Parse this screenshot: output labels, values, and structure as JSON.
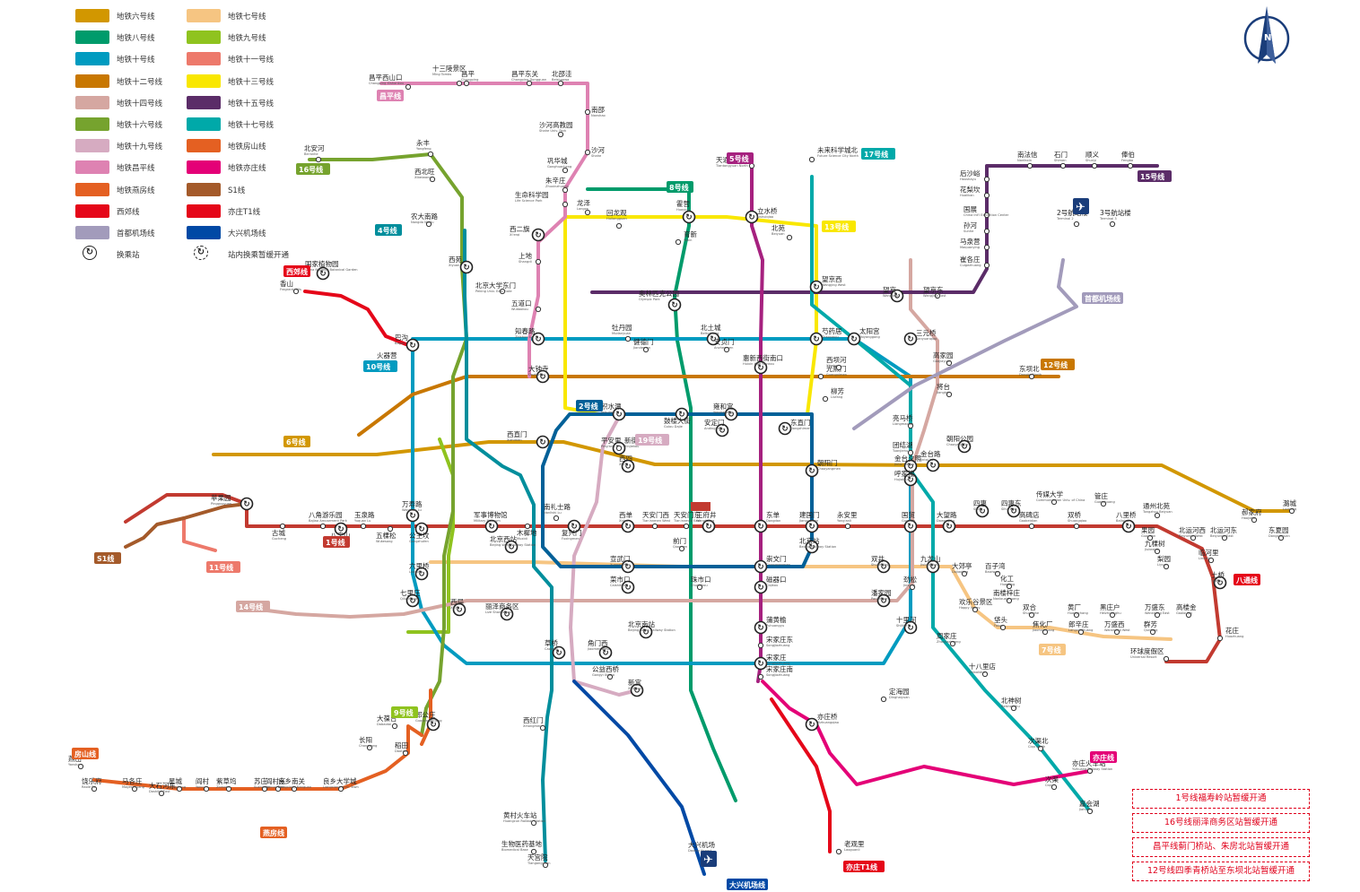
{
  "legend": {
    "items": [
      {
        "label": "地铁六号线",
        "color": "#d29700"
      },
      {
        "label": "地铁七号线",
        "color": "#f6c582"
      },
      {
        "label": "地铁八号线",
        "color": "#009b6b"
      },
      {
        "label": "地铁九号线",
        "color": "#8fc31f"
      },
      {
        "label": "地铁十号线",
        "color": "#009bc0"
      },
      {
        "label": "地铁十一号线",
        "color": "#ed796b"
      },
      {
        "label": "地铁十二号线",
        "color": "#c87700"
      },
      {
        "label": "地铁十三号线",
        "color": "#f9e700"
      },
      {
        "label": "地铁十四号线",
        "color": "#d5a7a1"
      },
      {
        "label": "地铁十五号线",
        "color": "#5b2c68"
      },
      {
        "label": "地铁十六号线",
        "color": "#76a32e"
      },
      {
        "label": "地铁十七号线",
        "color": "#00a9a9"
      },
      {
        "label": "地铁十九号线",
        "color": "#d6abc1"
      },
      {
        "label": "地铁房山线",
        "color": "#e46022"
      },
      {
        "label": "地铁昌平线",
        "color": "#de82b2"
      },
      {
        "label": "地铁亦庄线",
        "color": "#e40077"
      },
      {
        "label": "地铁燕房线",
        "color": "#e46022"
      },
      {
        "label": "S1线",
        "color": "#a45a2a"
      },
      {
        "label": "西郊线",
        "color": "#e50619"
      },
      {
        "label": "亦庄T1线",
        "color": "#e50619"
      },
      {
        "label": "首都机场线",
        "color": "#a29bbb"
      },
      {
        "label": "大兴机场线",
        "color": "#0049a5"
      },
      {
        "label": "换乘站",
        "icon": "transfer-icon"
      },
      {
        "label": "站内换乘暂缓开通",
        "icon": "transfer-suspended-icon"
      }
    ]
  },
  "notes": [
    "1号线福寿岭站暂缓开通",
    "16号线丽泽商务区站暂缓开通",
    "昌平线蓟门桥站、朱房北站暂缓开通",
    "12号线四季青桥站至东坝北站暂缓开通"
  ],
  "badges": [
    {
      "id": "b1",
      "text": "1号线"
    },
    {
      "id": "b2",
      "text": "2号线"
    },
    {
      "id": "b4",
      "text": "4号线"
    },
    {
      "id": "b5",
      "text": "5号线"
    },
    {
      "id": "b6",
      "text": "6号线"
    },
    {
      "id": "b7",
      "text": "7号线"
    },
    {
      "id": "b8",
      "text": "8号线"
    },
    {
      "id": "b9",
      "text": "9号线"
    },
    {
      "id": "b10",
      "text": "10号线"
    },
    {
      "id": "b11",
      "text": "11号线"
    },
    {
      "id": "b12",
      "text": "12号线"
    },
    {
      "id": "b13",
      "text": "13号线"
    },
    {
      "id": "b14",
      "text": "14号线"
    },
    {
      "id": "b15",
      "text": "15号线"
    },
    {
      "id": "b16",
      "text": "16号线"
    },
    {
      "id": "b17",
      "text": "17号线"
    },
    {
      "id": "b19",
      "text": "19号线"
    },
    {
      "id": "bxj",
      "text": "西郊线"
    },
    {
      "id": "bs1",
      "text": "S1线"
    },
    {
      "id": "bcap",
      "text": "首都机场线"
    },
    {
      "id": "bdx",
      "text": "大兴机场线"
    },
    {
      "id": "byf",
      "text": "燕房线"
    },
    {
      "id": "bfs",
      "text": "房山线"
    },
    {
      "id": "bt1",
      "text": "亦庄T1线"
    },
    {
      "id": "byz",
      "text": "亦庄线"
    },
    {
      "id": "bcp",
      "text": "昌平线"
    },
    {
      "id": "bbt",
      "text": "八通线"
    }
  ],
  "stations": [
    {
      "id": "s1",
      "zh": "昌平西山口",
      "en": "Changping Xishankou"
    },
    {
      "id": "s2",
      "zh": "十三陵景区",
      "en": "Ming Tombs"
    },
    {
      "id": "s3",
      "zh": "昌平",
      "en": "Changping"
    },
    {
      "id": "s4",
      "zh": "昌平东关",
      "en": "Changping Dongguan"
    },
    {
      "id": "s5",
      "zh": "北邵洼",
      "en": "Beishaowa"
    },
    {
      "id": "s6",
      "zh": "南邵",
      "en": "Nanshao"
    },
    {
      "id": "s7",
      "zh": "沙河高教园",
      "en": "Shahe Univ. Park"
    },
    {
      "id": "s8",
      "zh": "沙河",
      "en": "Shahe"
    },
    {
      "id": "s9",
      "zh": "巩华城",
      "en": "Gonghuacheng"
    },
    {
      "id": "s10",
      "zh": "朱辛庄",
      "en": "Zhuxinzhuang"
    },
    {
      "id": "s11",
      "zh": "生命科学园",
      "en": "Life Science Park"
    },
    {
      "id": "s12",
      "zh": "西二旗",
      "en": "Xi'erqi"
    },
    {
      "id": "s13",
      "zh": "龙泽",
      "en": "Longze"
    },
    {
      "id": "s14",
      "zh": "回龙观",
      "en": "Huilongguan"
    },
    {
      "id": "s15",
      "zh": "霍营",
      "en": "Huoying"
    },
    {
      "id": "s16",
      "zh": "立水桥",
      "en": "Lishuiqiao"
    },
    {
      "id": "s17",
      "zh": "北苑",
      "en": "Beiyuan"
    },
    {
      "id": "s18",
      "zh": "望京西",
      "en": "Wangjing West"
    },
    {
      "id": "s19",
      "zh": "芍药居",
      "en": "Shaoyaoju"
    },
    {
      "id": "s20",
      "zh": "光熙门",
      "en": "Guangximen"
    },
    {
      "id": "s21",
      "zh": "柳芳",
      "en": "Liufang"
    },
    {
      "id": "s22",
      "zh": "东直门",
      "en": "Dongzhimen"
    },
    {
      "id": "s23",
      "zh": "西直门",
      "en": "Xizhimen"
    },
    {
      "id": "s24",
      "zh": "知春路",
      "en": "Zhichun Lu"
    },
    {
      "id": "s25",
      "zh": "五道口",
      "en": "Wudaokou"
    },
    {
      "id": "s26",
      "zh": "上地",
      "en": "Shangdi"
    },
    {
      "id": "s27",
      "zh": "大钟寺",
      "en": "Dazhongsi"
    },
    {
      "id": "s28",
      "zh": "苹果园",
      "en": "Pingguoyuan"
    },
    {
      "id": "s29",
      "zh": "古城",
      "en": "Gucheng"
    },
    {
      "id": "s30",
      "zh": "八角游乐园",
      "en": "Bajiao Amusement Park"
    },
    {
      "id": "s31",
      "zh": "八宝山",
      "en": "Babaoshan"
    },
    {
      "id": "s32",
      "zh": "玉泉路",
      "en": "Yuquan Lu"
    },
    {
      "id": "s33",
      "zh": "五棵松",
      "en": "Wukesong"
    },
    {
      "id": "s34",
      "zh": "万寿路",
      "en": "Wanshou Lu"
    },
    {
      "id": "s35",
      "zh": "公主坟",
      "en": "Gongzhufen"
    },
    {
      "id": "s36",
      "zh": "军事博物馆",
      "en": "Military Museum"
    },
    {
      "id": "s37",
      "zh": "木樨地",
      "en": "Muxidi"
    },
    {
      "id": "s38",
      "zh": "南礼士路",
      "en": "Nanlishi Lu"
    },
    {
      "id": "s39",
      "zh": "复兴门",
      "en": "Fuxingmen"
    },
    {
      "id": "s40",
      "zh": "西单",
      "en": "Xidan"
    },
    {
      "id": "s41",
      "zh": "天安门西",
      "en": "Tian'anmen West"
    },
    {
      "id": "s42",
      "zh": "天安门东",
      "en": "Tian'anmen East"
    },
    {
      "id": "s43",
      "zh": "王府井",
      "en": "Wangfujing"
    },
    {
      "id": "s44",
      "zh": "东单",
      "en": "Dongdan"
    },
    {
      "id": "s45",
      "zh": "建国门",
      "en": "Jianguomen"
    },
    {
      "id": "s46",
      "zh": "永安里",
      "en": "Yong'anli"
    },
    {
      "id": "s47",
      "zh": "国贸",
      "en": "Guomao"
    },
    {
      "id": "s48",
      "zh": "大望路",
      "en": "Dawang Lu"
    },
    {
      "id": "s49",
      "zh": "四惠",
      "en": "Sihui"
    },
    {
      "id": "s50",
      "zh": "四惠东",
      "en": "Sihui East"
    },
    {
      "id": "s51",
      "zh": "高碑店",
      "en": "Gaobeidian"
    },
    {
      "id": "s52",
      "zh": "传媒大学",
      "en": "Communication Univ. of China"
    },
    {
      "id": "s53",
      "zh": "双桥",
      "en": "Shuangqiao"
    },
    {
      "id": "s54",
      "zh": "管庄",
      "en": "Guanzhuang"
    },
    {
      "id": "s55",
      "zh": "八里桥",
      "en": "Baliqiao"
    },
    {
      "id": "s56",
      "zh": "通州北苑",
      "en": "Tongzhou Beiyuan"
    },
    {
      "id": "s57",
      "zh": "果园",
      "en": "Guoyuan"
    },
    {
      "id": "s58",
      "zh": "九棵树",
      "en": "Jiukeshu"
    },
    {
      "id": "s59",
      "zh": "梨园",
      "en": "Liyuan"
    },
    {
      "id": "s60",
      "zh": "临河里",
      "en": "Linheli"
    },
    {
      "id": "s61",
      "zh": "土桥",
      "en": "Tuqiao"
    },
    {
      "id": "s62",
      "zh": "花庄",
      "en": "Huazhuang"
    },
    {
      "id": "s63",
      "zh": "环球度假区",
      "en": "Universal Resort"
    },
    {
      "id": "s64",
      "zh": "北运河西",
      "en": "Beiyunhe West"
    },
    {
      "id": "s65",
      "zh": "北运河东",
      "en": "Beiyunhe East"
    },
    {
      "id": "s66",
      "zh": "郝家府",
      "en": "Haojiafu"
    },
    {
      "id": "s67",
      "zh": "东夏园",
      "en": "Dongxiayuan"
    },
    {
      "id": "s68",
      "zh": "潞城",
      "en": "Lucheng"
    },
    {
      "id": "s69",
      "zh": "北京站",
      "en": "Beijing Railway Station"
    },
    {
      "id": "s70",
      "zh": "北京西站",
      "en": "Beijing West Railway Station"
    },
    {
      "id": "s71",
      "zh": "北京南站",
      "en": "Beijing South Railway Station"
    },
    {
      "id": "s72",
      "zh": "宋家庄",
      "en": "Songjiazhuang"
    },
    {
      "id": "s73",
      "zh": "角门西",
      "en": "Jiaomen West"
    },
    {
      "id": "s74",
      "zh": "草桥",
      "en": "Caoqiao"
    },
    {
      "id": "s75",
      "zh": "大兴机场",
      "en": "Daxing Airport"
    },
    {
      "id": "s76",
      "zh": "天宫院",
      "en": "Tiangongyuan"
    },
    {
      "id": "s77",
      "zh": "生物医药基地",
      "en": "Biomedical Base"
    },
    {
      "id": "s78",
      "zh": "黄村火车站",
      "en": "Huangcun Railway Station"
    },
    {
      "id": "s79",
      "zh": "西红门",
      "en": "Xihongmen"
    },
    {
      "id": "s80",
      "zh": "新宫",
      "en": "Xingong"
    },
    {
      "id": "s81",
      "zh": "公益西桥",
      "en": "Gongyi Xiqiao"
    },
    {
      "id": "s82",
      "zh": "郭公庄",
      "en": "Guogongzhuang"
    },
    {
      "id": "s83",
      "zh": "大葆台",
      "en": "Dabaotai"
    },
    {
      "id": "s84",
      "zh": "稻田",
      "en": "Daotian"
    },
    {
      "id": "s85",
      "zh": "长阳",
      "en": "Changyang"
    },
    {
      "id": "s86",
      "zh": "阎村东",
      "en": "Yancun East"
    },
    {
      "id": "s87",
      "zh": "燕山",
      "en": "Yanshan"
    },
    {
      "id": "s88",
      "zh": "饶乐府",
      "en": "Raole Fu"
    },
    {
      "id": "s89",
      "zh": "马各庄",
      "en": "Mageczhuang"
    },
    {
      "id": "s90",
      "zh": "大石河东",
      "en": "Dashihe East"
    },
    {
      "id": "s91",
      "zh": "星城",
      "en": "Xingcheng"
    },
    {
      "id": "s92",
      "zh": "阎村",
      "en": "Yancun"
    },
    {
      "id": "s93",
      "zh": "紫草坞",
      "en": "Zicaowu"
    },
    {
      "id": "s94",
      "zh": "苏庄",
      "en": "Suzhuang"
    },
    {
      "id": "s95",
      "zh": "良乡南关",
      "en": "Liangxiang Nanguan"
    },
    {
      "id": "s96",
      "zh": "良乡大学城",
      "en": "Liangxiang Univ. Town"
    },
    {
      "id": "s97",
      "zh": "亦庄火车站",
      "en": "Yizhuang Railway Station"
    },
    {
      "id": "s98",
      "zh": "次渠",
      "en": "Ciqu"
    },
    {
      "id": "s99",
      "zh": "嘉会湖",
      "en": "Jiahuihu"
    },
    {
      "id": "s100",
      "zh": "次渠北",
      "en": "Ciqu North"
    },
    {
      "id": "s101",
      "zh": "北神树",
      "en": "Beishenshu"
    },
    {
      "id": "s102",
      "zh": "十八里店",
      "en": "Shibalidian"
    },
    {
      "id": "s103",
      "zh": "周家庄",
      "en": "Zhoujiazhuang"
    },
    {
      "id": "s104",
      "zh": "十里河",
      "en": "Shilihe"
    },
    {
      "id": "s105",
      "zh": "潘家园",
      "en": "Panjiayuan"
    },
    {
      "id": "s106",
      "zh": "劲松",
      "en": "Jinsong"
    },
    {
      "id": "s107",
      "zh": "双井",
      "en": "Shuangjing"
    },
    {
      "id": "s108",
      "zh": "九龙山",
      "en": "Jiulongshan"
    },
    {
      "id": "s109",
      "zh": "大郊亭",
      "en": "Dajiaoting"
    },
    {
      "id": "s110",
      "zh": "百子湾",
      "en": "Baiziwan"
    },
    {
      "id": "s111",
      "zh": "化工",
      "en": "Huagong"
    },
    {
      "id": "s112",
      "zh": "南楼梓庄",
      "en": "Nanlouzizhuang"
    },
    {
      "id": "s113",
      "zh": "欢乐谷景区",
      "en": "Happy Valley"
    },
    {
      "id": "s114",
      "zh": "垡头",
      "en": "Fatou"
    },
    {
      "id": "s115",
      "zh": "双合",
      "en": "Shuanghe"
    },
    {
      "id": "s116",
      "zh": "焦化厂",
      "en": "Jiaohuachang"
    },
    {
      "id": "s117",
      "zh": "黄厂",
      "en": "Huangchang"
    },
    {
      "id": "s118",
      "zh": "郎辛庄",
      "en": "Langxinzhuang"
    },
    {
      "id": "s119",
      "zh": "黑庄户",
      "en": "Heizhuanghu"
    },
    {
      "id": "s120",
      "zh": "万盛西",
      "en": "Wansheng West"
    },
    {
      "id": "s121",
      "zh": "万盛东",
      "en": "Wansheng East"
    },
    {
      "id": "s122",
      "zh": "群芳",
      "en": "Qunfang"
    },
    {
      "id": "s123",
      "zh": "高楼金",
      "en": "Gaolouijin"
    },
    {
      "id": "s124",
      "zh": "南法信",
      "en": "Nanfaxin"
    },
    {
      "id": "s125",
      "zh": "石门",
      "en": "Shimen"
    },
    {
      "id": "s126",
      "zh": "顺义",
      "en": "Shunyi"
    },
    {
      "id": "s127",
      "zh": "俸伯",
      "en": "Fengbo"
    },
    {
      "id": "s128",
      "zh": "后沙峪",
      "en": "Houshayu"
    },
    {
      "id": "s129",
      "zh": "花梨坎",
      "en": "Hualikan"
    },
    {
      "id": "s130",
      "zh": "国展",
      "en": "China Int'l Exhibition Center"
    },
    {
      "id": "s131",
      "zh": "孙河",
      "en": "Sunhe"
    },
    {
      "id": "s132",
      "zh": "马泉营",
      "en": "Maquanying"
    },
    {
      "id": "s133",
      "zh": "崔各庄",
      "en": "Cuigezhuang"
    },
    {
      "id": "s134",
      "zh": "2号航站楼",
      "en": "Terminal 2"
    },
    {
      "id": "s135",
      "zh": "3号航站楼",
      "en": "Terminal 3"
    },
    {
      "id": "s136",
      "zh": "望京",
      "en": "Wangjing"
    },
    {
      "id": "s137",
      "zh": "望京东",
      "en": "Wangjing East"
    },
    {
      "id": "s138",
      "zh": "三元桥",
      "en": "Sanyuanqiao"
    },
    {
      "id": "s139",
      "zh": "将台",
      "en": "Jiangtai"
    },
    {
      "id": "s140",
      "zh": "东坝北",
      "en": "Dongba North"
    },
    {
      "id": "s141",
      "zh": "西四",
      "en": "Xisi"
    },
    {
      "id": "s142",
      "zh": "平安里",
      "en": "Ping'anli"
    },
    {
      "id": "s143",
      "zh": "积水潭",
      "en": "Jishuitan"
    },
    {
      "id": "s144",
      "zh": "鼓楼大街",
      "en": "Gulou Dajie"
    },
    {
      "id": "s145",
      "zh": "雍和宫",
      "en": "Yonghegong"
    },
    {
      "id": "s146",
      "zh": "安定门",
      "en": "Andingmen"
    },
    {
      "id": "s147",
      "zh": "北京大学东门",
      "en": "Peking Univ. East Gate"
    },
    {
      "id": "s148",
      "zh": "巴沟",
      "en": "Bagou"
    },
    {
      "id": "s149",
      "zh": "火器营",
      "en": "Huoqiying"
    },
    {
      "id": "s150",
      "zh": "香山",
      "en": "Fragrant Hills"
    },
    {
      "id": "s151",
      "zh": "国家植物园",
      "en": "China National Botanical Garden"
    },
    {
      "id": "s152",
      "zh": "北安河",
      "en": "Bei'anhe"
    },
    {
      "id": "s153",
      "zh": "永丰",
      "en": "Yongfeng"
    },
    {
      "id": "s154",
      "zh": "西北旺",
      "en": "Xibeiwang"
    },
    {
      "id": "s155",
      "zh": "农大南路",
      "en": "Nongda Nanlu"
    },
    {
      "id": "s156",
      "zh": "宋家庄东",
      "en": "Songjiazhuang"
    },
    {
      "id": "s157",
      "zh": "未来科学城北",
      "en": "Future Science City North"
    },
    {
      "id": "s158",
      "zh": "天通苑北",
      "en": "Tiantongyuan North"
    },
    {
      "id": "s159",
      "zh": "育新",
      "en": "Yuxin"
    },
    {
      "id": "s160",
      "zh": "奥林匹克公园",
      "en": "Olympic Park"
    },
    {
      "id": "s161",
      "zh": "北土城",
      "en": "Beitucheng"
    },
    {
      "id": "s162",
      "zh": "惠新西街南口",
      "en": "Huixin Xijie Nankou"
    },
    {
      "id": "s163",
      "zh": "朝阳门",
      "en": "Chaoyangmen"
    },
    {
      "id": "s164",
      "zh": "金台夕照",
      "en": "Jintai Xizhao"
    },
    {
      "id": "s165",
      "zh": "朝阳公园",
      "en": "Chaoyang Park"
    },
    {
      "id": "s166",
      "zh": "金台路",
      "en": "Jintai Lu"
    },
    {
      "id": "s167",
      "zh": "呼家楼",
      "en": "Hujialou"
    },
    {
      "id": "s168",
      "zh": "团结湖",
      "en": "Tuanjiehu"
    },
    {
      "id": "s169",
      "zh": "亮马桥",
      "en": "Liangmaqiao"
    },
    {
      "id": "s170",
      "zh": "蒲黄榆",
      "en": "Puhuangyu"
    },
    {
      "id": "s171",
      "zh": "磁器口",
      "en": "Ciqikou"
    },
    {
      "id": "s172",
      "zh": "崇文门",
      "en": "Chongwenmen"
    },
    {
      "id": "s173",
      "zh": "菜市口",
      "en": "Caishikou"
    },
    {
      "id": "s174",
      "zh": "宣武门",
      "en": "Xuanwumen"
    },
    {
      "id": "s175",
      "zh": "前门",
      "en": "Qianmen"
    },
    {
      "id": "s176",
      "zh": "珠市口",
      "en": "Zhushikou"
    },
    {
      "id": "s177",
      "zh": "丽泽商务区",
      "en": "Lize Shangwuqu"
    },
    {
      "id": "s178",
      "zh": "西局",
      "en": "Xiju"
    },
    {
      "id": "s179",
      "zh": "七里庄",
      "en": "Qilizhuang"
    },
    {
      "id": "s180",
      "zh": "六里桥",
      "en": "Liuliqiao"
    },
    {
      "id": "s181",
      "zh": "亦庄桥",
      "en": "Yizhuangqiao"
    },
    {
      "id": "s182",
      "zh": "定海园",
      "en": "Dinghaiyuan"
    },
    {
      "id": "s183",
      "zh": "老观里",
      "en": "Laoguanli"
    },
    {
      "id": "s184",
      "zh": "宋家庄南",
      "en": "Songjiazhuang"
    },
    {
      "id": "s185",
      "zh": "西苑",
      "en": "Xiyuan"
    },
    {
      "id": "s186",
      "zh": "新街口",
      "en": "Xinjiekou"
    },
    {
      "id": "s187",
      "zh": "牡丹园",
      "en": "Mudanyuan"
    },
    {
      "id": "s188",
      "zh": "健德门",
      "en": "Jiandemen"
    },
    {
      "id": "s189",
      "zh": "安贞门",
      "en": "Anzhenmen"
    },
    {
      "id": "s190",
      "zh": "太阳宫",
      "en": "Taiyanggong"
    },
    {
      "id": "s191",
      "zh": "高家园",
      "en": "Gaojiayuan"
    },
    {
      "id": "s192",
      "zh": "西坝河",
      "en": "Xibahe"
    }
  ]
}
